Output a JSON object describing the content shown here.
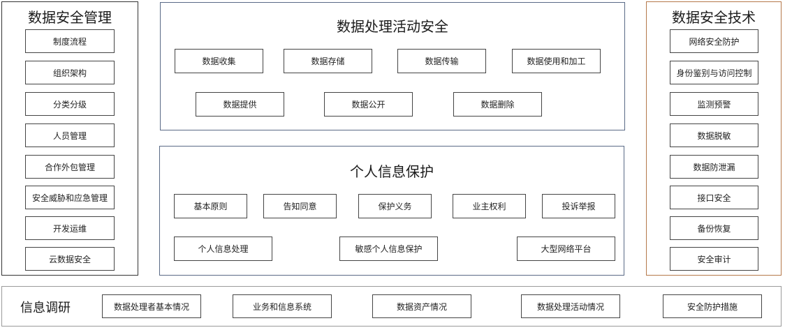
{
  "management": {
    "title": "数据安全管理",
    "items": [
      "制度流程",
      "组织架构",
      "分类分级",
      "人员管理",
      "合作外包管理",
      "安全威胁和应急管理",
      "开发运维",
      "云数据安全"
    ]
  },
  "processing": {
    "title": "数据处理活动安全",
    "row1": [
      "数据收集",
      "数据存储",
      "数据传输",
      "数据使用和加工"
    ],
    "row2": [
      "数据提供",
      "数据公开",
      "数据删除"
    ]
  },
  "personal": {
    "title": "个人信息保护",
    "row1": [
      "基本原则",
      "告知同意",
      "保护义务",
      "业主权利",
      "投诉举报"
    ],
    "row2": [
      "个人信息处理",
      "敏感个人信息保护",
      "大型网络平台"
    ]
  },
  "technology": {
    "title": "数据安全技术",
    "items": [
      "网络安全防护",
      "身份鉴别与访问控制",
      "监测预警",
      "数据脱敏",
      "数据防泄漏",
      "接口安全",
      "备份恢复",
      "安全审计"
    ]
  },
  "research": {
    "title": "信息调研",
    "items": [
      "数据处理者基本情况",
      "业务和信息系统",
      "数据资产情况",
      "数据处理活动情况",
      "安全防护措施"
    ]
  },
  "colors": {
    "panel_border_blue": "#5a6a86",
    "panel_border_orange": "#b5784a",
    "panel_border_gray": "#9a9a9a",
    "box_border": "#444444"
  }
}
